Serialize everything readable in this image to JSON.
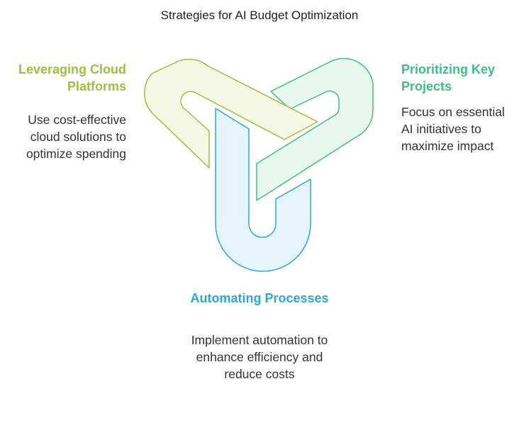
{
  "title": "Strategies for AI Budget Optimization",
  "sections": {
    "cloud": {
      "heading": "Leveraging Cloud Platforms",
      "description": "Use cost-effective cloud solutions to optimize spending",
      "color": "#9bc13c"
    },
    "key_projects": {
      "heading": "Prioritizing Key Projects",
      "description": "Focus on essential AI initiatives to maximize impact",
      "color": "#3bbf84"
    },
    "automation": {
      "heading": "Automating Processes",
      "description": "Implement automation to enhance efficiency and reduce costs",
      "color": "#2aa9d8"
    }
  }
}
